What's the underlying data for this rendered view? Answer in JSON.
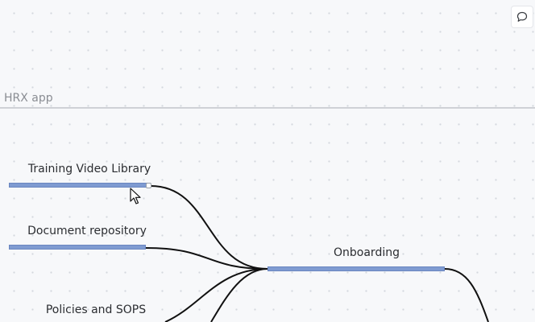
{
  "swimlane": {
    "label": "HRX app"
  },
  "nodes": {
    "training": {
      "label": "Training Video Library"
    },
    "document": {
      "label": "Document repository"
    },
    "onboarding": {
      "label": "Onboarding"
    },
    "policies": {
      "label": "Policies and SOPS"
    }
  },
  "edges": [
    {
      "from": "Training Video Library",
      "to": "Onboarding"
    },
    {
      "from": "Document repository",
      "to": "Onboarding"
    },
    {
      "from": "Policies and SOPS",
      "to": "Onboarding"
    },
    {
      "from": "Onboarding",
      "to": ""
    }
  ],
  "colors": {
    "node_bar": "#7f9bd1",
    "edge": "#111111",
    "background": "#f7f8fa"
  },
  "icons": {
    "comment": "comment-icon"
  }
}
